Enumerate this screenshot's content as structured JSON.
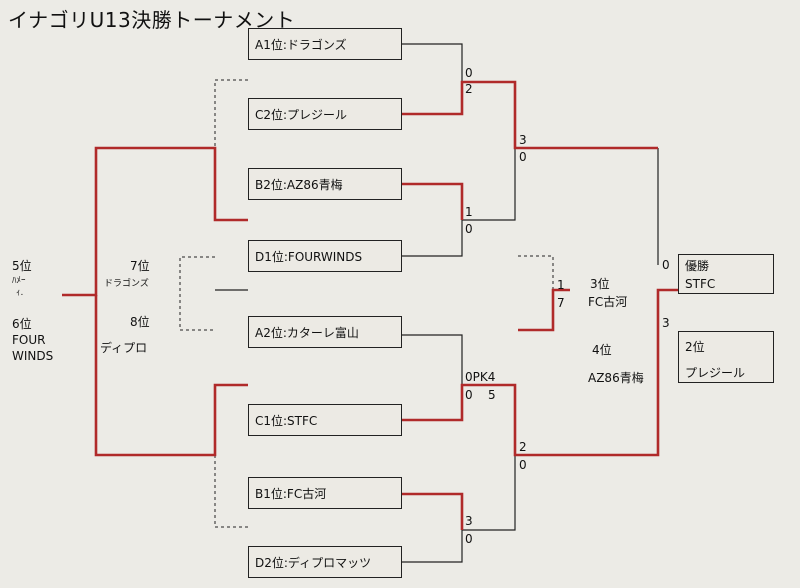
{
  "title": "イナゴリU13決勝トーナメント",
  "teams": [
    {
      "id": "a1",
      "label": "A1位:ドラゴンズ"
    },
    {
      "id": "c2",
      "label": "C2位:プレジール"
    },
    {
      "id": "b2",
      "label": "B2位:AZ86青梅"
    },
    {
      "id": "d1",
      "label": "D1位:FOURWINDS"
    },
    {
      "id": "a2",
      "label": "A2位:カターレ富山"
    },
    {
      "id": "c1",
      "label": "C1位:STFC"
    },
    {
      "id": "b1",
      "label": "B1位:FC古河"
    },
    {
      "id": "d2",
      "label": "D2位:ディプロマッツ"
    }
  ],
  "scores": {
    "r1m1_top": "0",
    "r1m1_bottom": "2",
    "r1m2_top": "1",
    "r1m2_bottom": "0",
    "r1m3_top": "0PK4",
    "r1m3_bottom_left": "0",
    "r1m3_bottom_right": "5",
    "r1m4_top": "3",
    "r1m4_bottom": "0",
    "sf1_top": "3",
    "sf1_bottom": "0",
    "sf2_top": "2",
    "sf2_bottom": "0",
    "final_top": "0",
    "final_bottom": "3",
    "third_top": "1",
    "third_bottom": "7"
  },
  "placement_left": {
    "fifth_label": "5位",
    "fifth_team_line1": "ﾊﾒｰ",
    "fifth_team_line2": "ｨ.",
    "sixth_label": "6位",
    "sixth_team_line1": "FOUR",
    "sixth_team_line2": "WINDS",
    "seventh_label": "7位",
    "seventh_team": "ドラゴンズ",
    "eighth_label": "8位",
    "eighth_team": "ディプロ"
  },
  "placement_center": {
    "third_label": "3位",
    "third_team": "FC古河",
    "fourth_label": "4位",
    "fourth_team": "AZ86青梅"
  },
  "results": {
    "champion_label": "優勝",
    "champion_team": "STFC",
    "runner_up_label": "2位",
    "runner_up_team": "プレジール"
  },
  "colors": {
    "winner_line": "#b02a2a",
    "line": "#222222",
    "background": "#ecebe6"
  }
}
